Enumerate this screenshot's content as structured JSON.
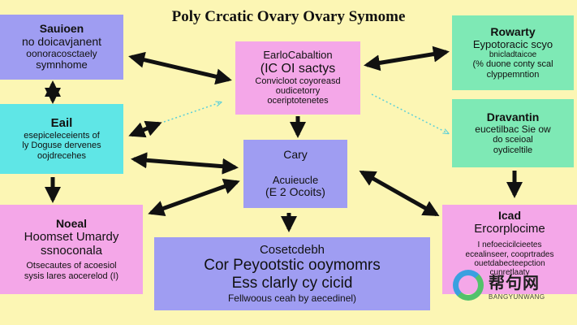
{
  "title": "Poly Crcatic Ovary Ovary Symome",
  "boxes": {
    "top_left": {
      "lines": [
        "Sauioen",
        "no doicavjanent",
        "oonoracosctaely",
        "symnhome"
      ],
      "color": "#9f9df2"
    },
    "top_center": {
      "lines": [
        "EarloCabaltion",
        "(IC OI sactys",
        "Convicloot coyoreasd",
        "oudicetorry",
        "oceriptotenetes"
      ],
      "color": "#f4a7e8"
    },
    "top_right": {
      "lines": [
        "Rowarty",
        "Eypotoracic scyo",
        "bnicladtaicoe",
        "(% duone conty scal",
        "clyppemntion"
      ],
      "color": "#7ee9b5"
    },
    "mid_left": {
      "lines": [
        "Eail",
        "esepiceleceients of",
        "ly Doguse dervenes",
        "oojdrecehes"
      ],
      "color": "#5fe6e6"
    },
    "mid_center": {
      "lines": [
        "Cary",
        "Acuieucle",
        "(E 2 Ocoits)"
      ],
      "color": "#9f9df2"
    },
    "mid_right": {
      "lines": [
        "Dravantin",
        "eucetilbac Sie ow",
        "do sceioal",
        "oydiceltile"
      ],
      "color": "#7ee9b5"
    },
    "bottom_left": {
      "lines": [
        "Noeal",
        "Hoomset Umardy",
        "ssnoconala",
        "Otsecautes of acoesiol",
        "sysis lares aocerelod (I)"
      ],
      "color": "#f4a7e8"
    },
    "bottom_center": {
      "lines": [
        "Cosetcdebh",
        "Cor Peyootstic ooymomrs",
        "Ess clarly cy cicid",
        "Fellwoous ceah by aecedinel)"
      ],
      "color": "#9f9df2"
    },
    "bottom_right": {
      "lines": [
        "Icad",
        "Ercorplocime",
        "I nefoecicilcieetes",
        "ecealinseer, cooprtrades",
        "ouetdabecteepction",
        "cunretlaaty"
      ],
      "color": "#f4a7e8"
    }
  },
  "watermark": {
    "cn": "帮句网",
    "en": "BANGYUNWANG"
  }
}
